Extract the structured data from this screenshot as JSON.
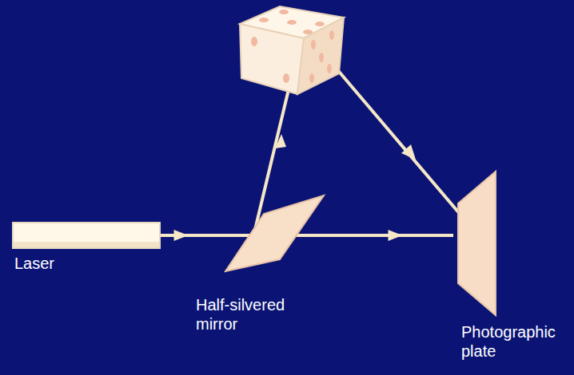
{
  "diagram": {
    "nodes": [
      {
        "text": [
          "Laser"
        ]
      },
      {
        "text": [
          "Half-silvered mirror"
        ]
      },
      {
        "text": [
          "Photographic plate"
        ]
      }
    ],
    "edges": [
      {
        "from": 0,
        "to": 1,
        "arrow": "to"
      },
      {
        "from": 1,
        "to": 2,
        "arrow": "to"
      }
    ]
  }
}
